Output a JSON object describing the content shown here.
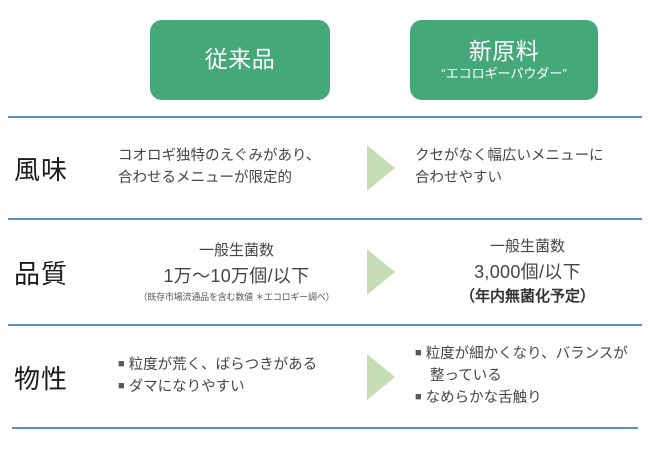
{
  "header": {
    "columns": [
      {
        "title": "従来品",
        "subtitle": ""
      },
      {
        "title": "新原料",
        "subtitle": "“エコロギーパウダー”"
      }
    ],
    "box_color": "#44a878",
    "text_color": "#ffffff"
  },
  "divider_color": "#5b8fd4",
  "arrow": {
    "icon": "right-triangle-arrow-icon",
    "color": "#c5ddb5"
  },
  "rows": [
    {
      "label": "風味",
      "before": {
        "lines": [
          "コオロギ独特のえぐみがあり、",
          "合わせるメニューが限定的"
        ]
      },
      "after": {
        "lines": [
          "クセがなく幅広いメニューに",
          "合わせやすい"
        ]
      }
    },
    {
      "label": "品質",
      "before": {
        "heading": "一般生菌数",
        "value": "1万〜10万個/以下",
        "note": "（既存市場流通品を含む数値 ＊エコロギー調べ）"
      },
      "after": {
        "heading": "一般生菌数",
        "value": "3,000個/以下",
        "emphasis": "（年内無菌化予定）"
      }
    },
    {
      "label": "物性",
      "before": {
        "bullets": [
          "粒度が荒く、ばらつきがある",
          "ダマになりやすい"
        ]
      },
      "after": {
        "bullets": [
          "粒度が細かくなり、バランスが整っている",
          "なめらかな舌触り"
        ]
      }
    }
  ],
  "bullet_marker": "■"
}
